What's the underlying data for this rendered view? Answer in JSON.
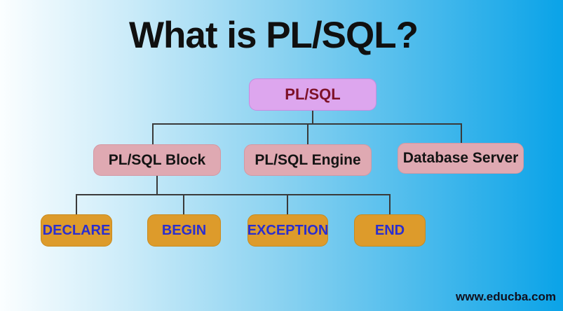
{
  "title": "What is PL/SQL?",
  "watermark": "www.educba.com",
  "colors": {
    "background_left": "#fbfeff",
    "background_mid": "#85d0f0",
    "background_right": "#0aa3e8",
    "root_fill": "#dda6ee",
    "root_text": "#7d1128",
    "level2_fill": "#dfa9b2",
    "level2_text": "#141414",
    "level3_fill": "#dd9b2b",
    "level3_text": "#2a2ecf",
    "connector_line": "#3a3a3a",
    "title_text": "#101010",
    "watermark_text": "#10101e"
  },
  "tree": {
    "root": {
      "label": "PL/SQL"
    },
    "level2": [
      {
        "label": "PL/SQL Block"
      },
      {
        "label": "PL/SQL Engine"
      },
      {
        "label": "Database Server"
      }
    ],
    "level3": [
      {
        "label": "DECLARE"
      },
      {
        "label": "BEGIN"
      },
      {
        "label": "EXCEPTION"
      },
      {
        "label": "END"
      }
    ]
  }
}
